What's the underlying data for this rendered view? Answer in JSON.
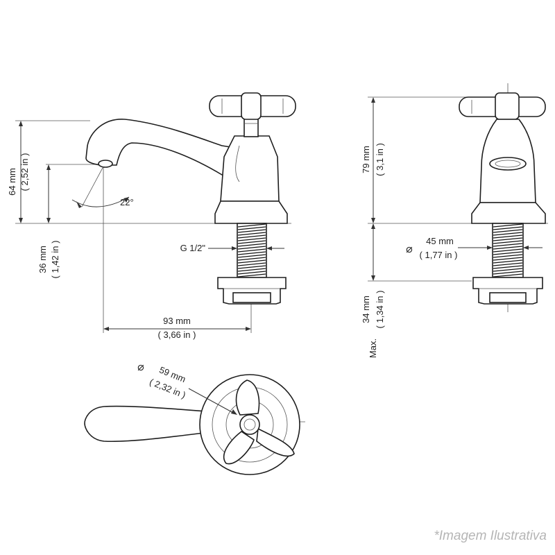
{
  "dimensions": {
    "height_64": {
      "mm": "64 mm",
      "in": "( 2,52 in )"
    },
    "height_36": {
      "mm": "36 mm",
      "in": "( 1,42 in )"
    },
    "angle": "22°",
    "thread": "G 1/2\"",
    "reach_93": {
      "mm": "93 mm",
      "in": "( 3,66 in )"
    },
    "height_79": {
      "mm": "79 mm",
      "in": "( 3,1 in )"
    },
    "diameter_45": {
      "symbol": "⌀",
      "mm": "45 mm",
      "in": "( 1,77 in )"
    },
    "max_34": {
      "prefix": "Max.",
      "mm": "34 mm",
      "in": "( 1,34 in )"
    },
    "diameter_59": {
      "symbol": "⌀",
      "mm": "59 mm",
      "in": "( 2,32 in )"
    }
  },
  "caption": "*Imagem Ilustrativa"
}
